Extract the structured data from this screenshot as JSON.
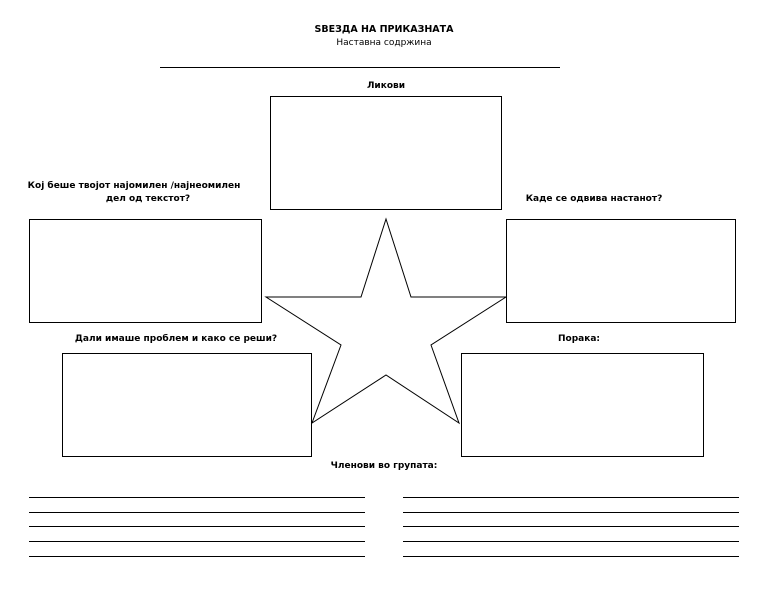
{
  "header": {
    "title": "ЅВЕЗДА НА ПРИКАЗНАТА",
    "subtitle": "Наставна содржина"
  },
  "sections": {
    "characters": "Ликови",
    "favorite_part_line1": "Кој беше твојот најомилен /најнеомилен",
    "favorite_part_line2": "дел од текстот?",
    "setting": "Каде се одвива настанот?",
    "problem": "Дали имаше проблем  и како се реши?",
    "message": "Порака:"
  },
  "footer": {
    "group_members": "Членови во групата:"
  }
}
